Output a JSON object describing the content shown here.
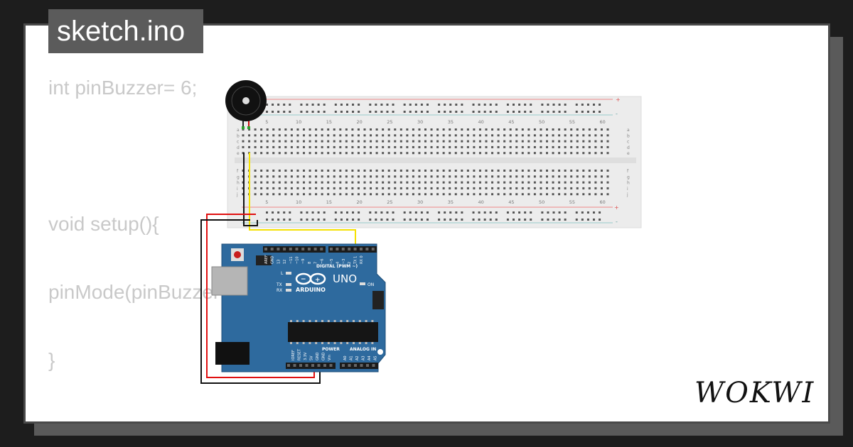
{
  "file_tab": {
    "title": "sketch.ino"
  },
  "code_lines": [
    "int pinBuzzer= 6;",
    "void setup(){",
    "pinMode(pinBuzzer",
    "}"
  ],
  "breadboard": {
    "column_numbers": [
      "5",
      "10",
      "15",
      "20",
      "25",
      "30",
      "35",
      "40",
      "45",
      "50",
      "55",
      "60"
    ],
    "row_letters_top": [
      "a",
      "b",
      "c",
      "d",
      "e"
    ],
    "row_letters_bottom": [
      "f",
      "g",
      "h",
      "i",
      "j"
    ],
    "rail_plus": "+",
    "rail_minus": "-"
  },
  "arduino": {
    "model_label": "UNO",
    "brand_label": "ARDUINO",
    "digital_label": "DIGITAL (PWM ~)",
    "power_label": "POWER",
    "analog_label": "ANALOG IN",
    "led_l": "L",
    "led_tx": "TX",
    "led_rx": "RX",
    "led_on": "ON",
    "digital_pins": [
      "AREF",
      "GND",
      "13",
      "12",
      "~11",
      "~10",
      "~9",
      "8",
      "7",
      "~6",
      "~5",
      "4",
      "~3",
      "2",
      "TX 1",
      "RX 0"
    ],
    "power_pins": [
      "IOREF",
      "RESET",
      "3.3V",
      "5V",
      "GND",
      "GND",
      "Vin"
    ],
    "analog_pins": [
      "A0",
      "A1",
      "A2",
      "A3",
      "A4",
      "A5"
    ]
  },
  "brand": {
    "name": "WOKWI"
  },
  "colors": {
    "board_blue": "#2e6a9e",
    "wire_red": "#e01010",
    "wire_black": "#111111",
    "wire_yellow": "#f5e100",
    "breadboard": "#ececec"
  }
}
